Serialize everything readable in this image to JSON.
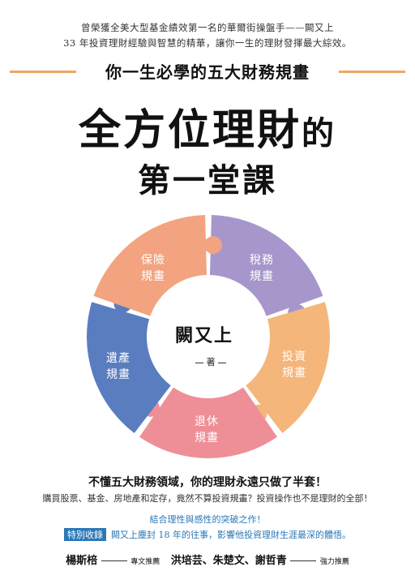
{
  "intro": {
    "line1": "曾榮獲全美大型基金績效第一名的華爾街操盤手——闕又上",
    "line2": "33 年投資理財經驗與智慧的精華，讓你一生的理財發揮最大綜效。"
  },
  "subtitle": "你一生必學的五大財務規畫",
  "title": {
    "line1_main": "全方位理財",
    "line1_tail": "的",
    "line2": "第一堂課"
  },
  "wheel": {
    "segments": [
      {
        "line1": "稅務",
        "line2": "規畫",
        "color": "#a796cc"
      },
      {
        "line1": "投資",
        "line2": "規畫",
        "color": "#f4b67a"
      },
      {
        "line1": "退休",
        "line2": "規畫",
        "color": "#ee8f98"
      },
      {
        "line1": "遺產",
        "line2": "規畫",
        "color": "#5a7dbf"
      },
      {
        "line1": "保險",
        "line2": "規畫",
        "color": "#f3a37f"
      }
    ],
    "author": "闕又上",
    "author_role": "著"
  },
  "bottom": {
    "headline": "不懂五大財務領域，你的理財永遠只做了半套！",
    "line2": "購買股票、基金、房地產和定存，竟然不算投資規畫？投資操作也不是理財的全部！",
    "line3": "結合理性與感性的突破之作！",
    "special_tag": "特別收錄",
    "special_text": "闕又上塵封 18 年的往事，影響他投資理財生涯最深的體悟。",
    "recommenders": {
      "name1": "楊斯棓",
      "role1": "專文推薦",
      "names2": "洪培芸、朱楚文、謝哲青",
      "role2": "強力推薦"
    }
  },
  "colors": {
    "accent_orange": "#f0a560",
    "accent_blue": "#2b78b6"
  }
}
